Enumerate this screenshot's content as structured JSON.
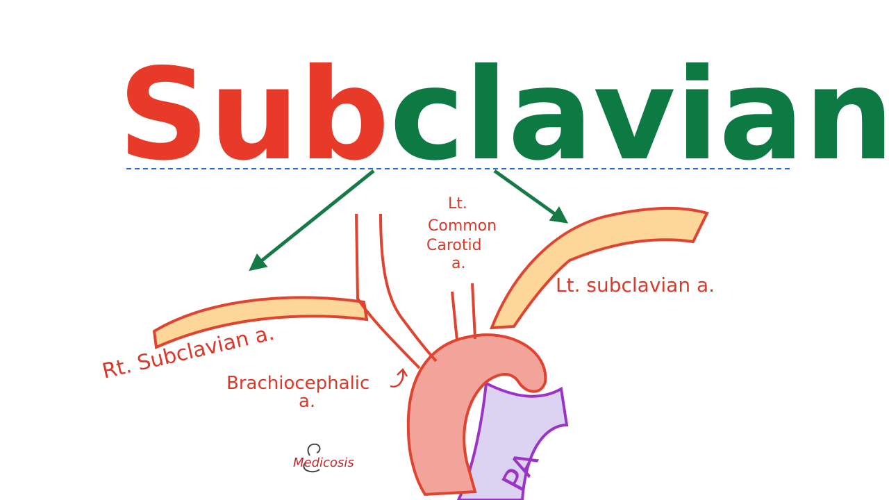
{
  "title": {
    "part1": "Sub",
    "part2": "clavian",
    "part1_color": "#e83a28",
    "part2_color": "#0d7a44"
  },
  "labels": {
    "rt_subclavian": "Rt. Subclavian a.",
    "lt_subclavian": "Lt. subclavian a.",
    "lt_common_carotid": [
      "Lt.",
      "Common",
      "Carotid",
      "a."
    ],
    "brachiocephalic": [
      "Brachiocephalic",
      "a."
    ],
    "pa": "PA"
  },
  "logo_text": "Medicosis",
  "colors": {
    "arrow": "#157a45",
    "vessel_outline": "#e0432f",
    "vessel_fill": "#fdd79a",
    "aorta_fill": "#f3a49a",
    "pa_fill": "#dcd2f2",
    "pa_outline": "#9a33c8",
    "divider": "#2e6fd6",
    "label": "#d9392a"
  }
}
